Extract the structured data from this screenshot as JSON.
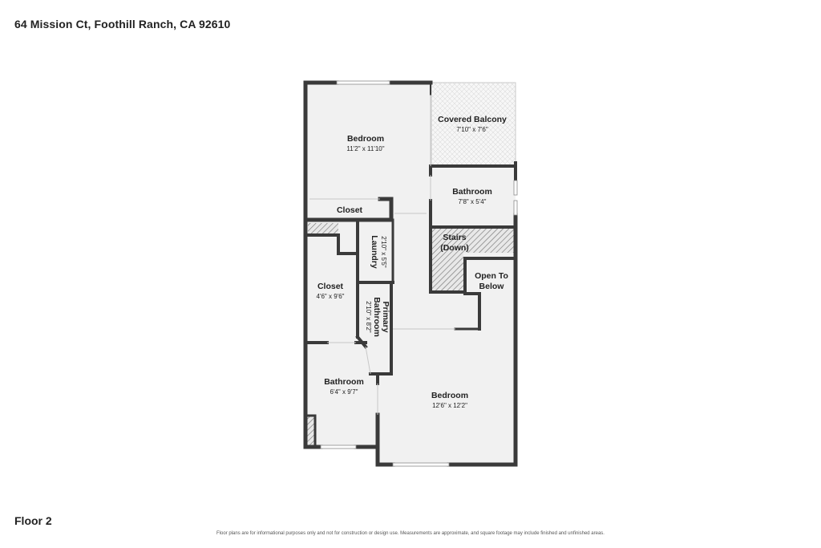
{
  "header": {
    "address": "64 Mission Ct, Foothill Ranch, CA 92610"
  },
  "footer": {
    "floor": "Floor 2",
    "disclaimer": "Floor plans are for informational purposes only and not for construction or design use. Measurements are approximate, and square footage may include finished and unfinished areas."
  },
  "colors": {
    "wall": "#3a3a3a",
    "floor": "#f1f1f1",
    "balcony": "#f7f7f7",
    "hatch": "#6e6e6e"
  },
  "rooms": {
    "bedroom_top": {
      "name": "Bedroom",
      "dim": "11'2\" x 11'10\""
    },
    "covered_balcony": {
      "name": "Covered Balcony",
      "dim": "7'10\" x 7'6\""
    },
    "bathroom_top": {
      "name": "Bathroom",
      "dim": "7'8\" x 5'4\""
    },
    "closet_top": {
      "name": "Closet"
    },
    "stairs": {
      "line1": "Stairs",
      "line2": "(Down)"
    },
    "open_below": {
      "line1": "Open To",
      "line2": "Below"
    },
    "laundry": {
      "name": "Laundry",
      "dim": "2'10\" x 5'5\""
    },
    "closet_left": {
      "name": "Closet",
      "dim": "4'6\" x 9'6\""
    },
    "primary_bathroom": {
      "line1": "Primary",
      "line2": "Bathroom",
      "dim": "2'10\" x 8'2\""
    },
    "bathroom_bottom": {
      "name": "Bathroom",
      "dim": "6'4\" x 9'7\""
    },
    "bedroom_bottom": {
      "name": "Bedroom",
      "dim": "12'6\" x 12'2\""
    }
  }
}
